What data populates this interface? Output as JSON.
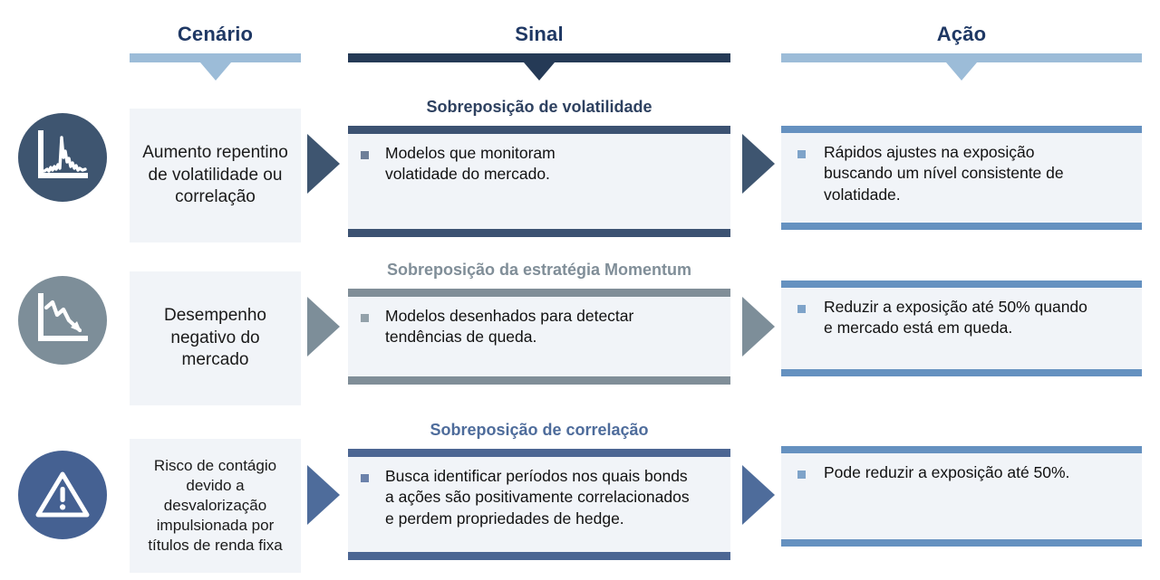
{
  "colors": {
    "dark_navy": "#2e4160",
    "title_navy": "#1f3864",
    "light_blue": "#9cbcd8",
    "mid_blue": "#6591c0",
    "steel_blue": "#4e6c9b",
    "gray": "#808e98",
    "gray_dark": "#7a8891",
    "panel_bg": "#f1f4f8",
    "scenario_bg": "#f1f4f8",
    "icon_navy": "#3e5570",
    "icon_gray": "#7d8e99",
    "icon_blue": "#456192"
  },
  "headers": [
    {
      "key": "cenario",
      "label": "Cenário",
      "bar_color": "#9cbcd8",
      "notch_color": "#9cbcd8"
    },
    {
      "key": "sinal",
      "label": "Sinal",
      "bar_color": "#253a56",
      "notch_color": "#253a56"
    },
    {
      "key": "acao",
      "label": "Ação",
      "bar_color": "#9cbcd8",
      "notch_color": "#9cbcd8"
    }
  ],
  "rows": [
    {
      "icon": {
        "name": "volatility-spike-chart-icon",
        "circle_color": "#3e5570"
      },
      "scenario": "Aumento\nrepentino de\nvolatilidade ou\ncorrelação",
      "signal": {
        "title": "Sobreposição de volatilidade",
        "title_color": "#2e4160",
        "edge_color": "#3c5272",
        "bullet_color": "#6e7f99",
        "text": "Modelos que monitoram\nvolatidade do mercado."
      },
      "action": {
        "edge_color": "#6591c0",
        "bullet_color": "#7ea3c9",
        "text": "Rápidos ajustes na exposição\nbuscando um nível consistente de\nvolatidade."
      },
      "arrow_left_color": "#3e5570",
      "arrow_right_color": "#3e5570"
    },
    {
      "icon": {
        "name": "declining-trend-chart-icon",
        "circle_color": "#7d8e99"
      },
      "scenario": "Desempenho\nnegativo do\nmercado",
      "signal": {
        "title": "Sobreposição da estratégia Momentum",
        "title_color": "#808e98",
        "edge_color": "#808e98",
        "bullet_color": "#93a1aa",
        "text": "Modelos desenhados para detectar\ntendências de queda."
      },
      "action": {
        "edge_color": "#6591c0",
        "bullet_color": "#7ea3c9",
        "text": "Reduzir a exposição até 50% quando\ne mercado está em queda."
      },
      "arrow_left_color": "#7d8e99",
      "arrow_right_color": "#7d8e99"
    },
    {
      "icon": {
        "name": "warning-triangle-icon",
        "circle_color": "#456192"
      },
      "scenario": "Risco de contágio\ndevido a\ndesvalorização\nimpulsionada por\ntítulos de renda fixa",
      "signal": {
        "title": "Sobreposição de correlação",
        "title_color": "#4e6c9b",
        "edge_color": "#4c6693",
        "bullet_color": "#6b82ab",
        "text": "Busca identificar períodos nos quais bonds\na ações são positivamente correlacionados\ne perdem propriedades de hedge."
      },
      "action": {
        "edge_color": "#6591c0",
        "bullet_color": "#7ea3c9",
        "text": "Pode reduzir a exposição até 50%."
      },
      "arrow_left_color": "#4e6c9b",
      "arrow_right_color": "#4e6c9b"
    }
  ]
}
